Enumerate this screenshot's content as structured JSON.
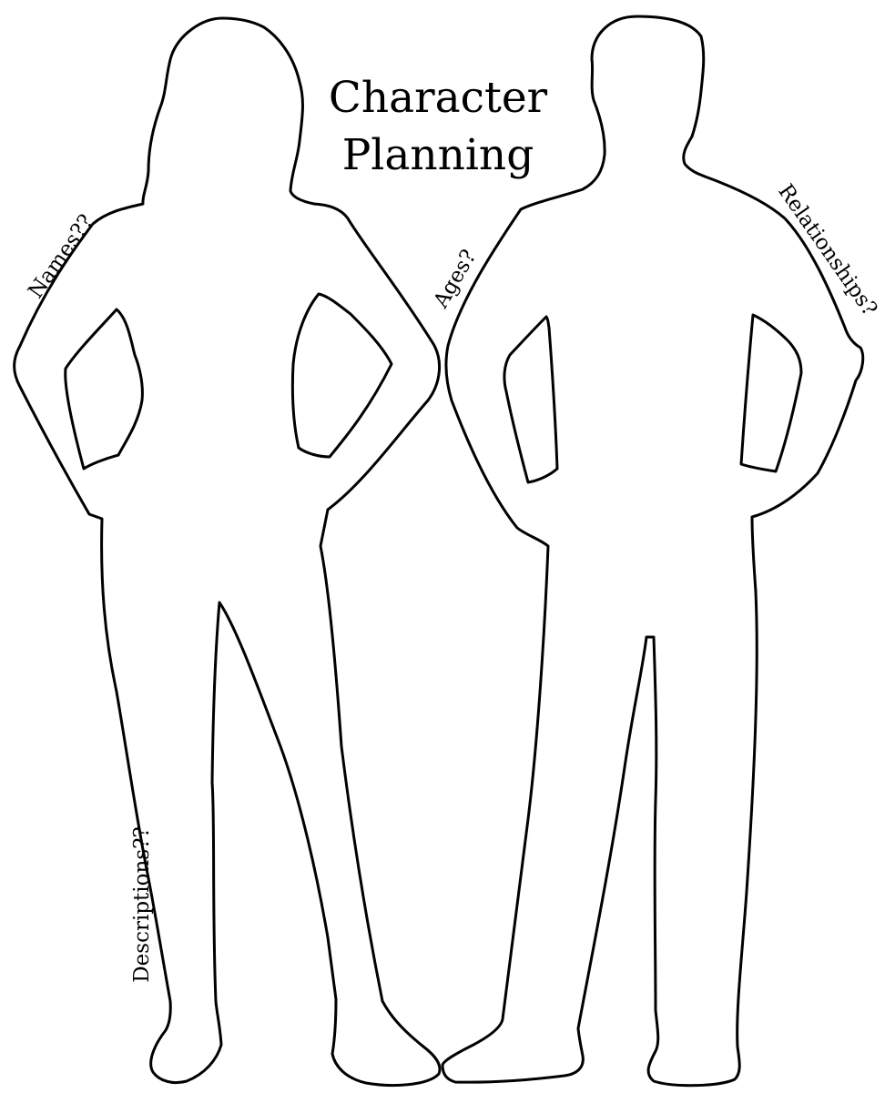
{
  "title": {
    "line1": "Character",
    "line2": "Planning"
  },
  "labels": {
    "names": "Names??",
    "ages": "Ages?",
    "relationships": "Relationships?",
    "descriptions": "Descriptions??"
  },
  "colors": {
    "ink": "#000000",
    "paper": "#ffffff"
  }
}
